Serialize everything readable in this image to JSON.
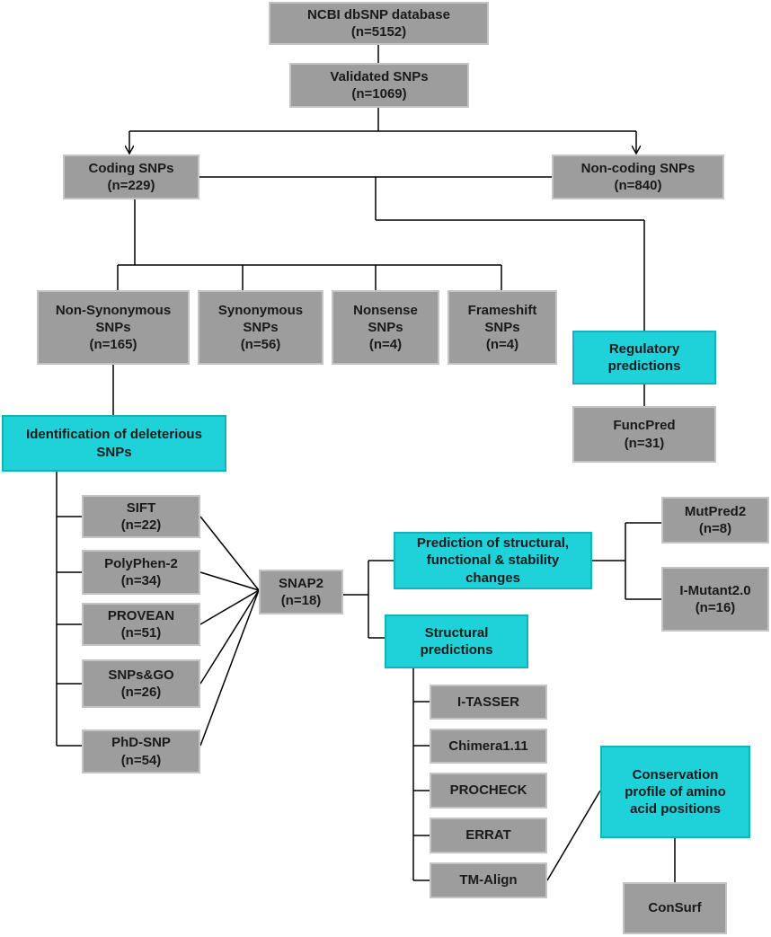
{
  "nodes": {
    "dbsnp": "NCBI dbSNP database\n(n=5152)",
    "validated": "Validated SNPs\n(n=1069)",
    "coding": "Coding SNPs\n(n=229)",
    "noncoding": "Non-coding SNPs\n(n=840)",
    "nonsyn": "Non-Synonymous\nSNPs\n(n=165)",
    "syn": "Synonymous\nSNPs\n(n=56)",
    "nonsense": "Nonsense\nSNPs\n(n=4)",
    "frameshift": "Frameshift\nSNPs\n(n=4)",
    "regulatory": "Regulatory\npredictions",
    "funcpred": "FuncPred\n(n=31)",
    "identification": "Identification of deleterious\nSNPs",
    "sift": "SIFT\n(n=22)",
    "polyphen": "PolyPhen-2\n(n=34)",
    "provean": "PROVEAN\n(n=51)",
    "snpsgo": "SNPs&GO\n(n=26)",
    "phdsnp": "PhD-SNP\n(n=54)",
    "snap2": "SNAP2\n(n=18)",
    "prediction": "Prediction of structural,\nfunctional & stability\nchanges",
    "mutpred": "MutPred2\n(n=8)",
    "imutant": "I-Mutant2.0\n(n=16)",
    "structural": "Structural\npredictions",
    "itasser": "I-TASSER",
    "chimera": "Chimera1.11",
    "procheck": "PROCHECK",
    "errat": "ERRAT",
    "tmalign": "TM-Align",
    "conservation": "Conservation\nprofile of amino\nacid positions",
    "consurf": "ConSurf"
  },
  "colors": {
    "box_gray": "#9d9d9d",
    "box_cyan": "#1fd1d9",
    "line": "#000000"
  }
}
